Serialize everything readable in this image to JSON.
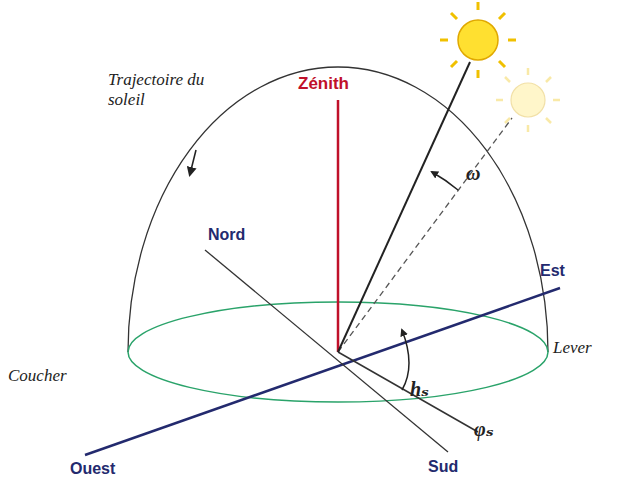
{
  "diagram": {
    "labels": [
      "Zénith",
      "Trajectoire du soleil",
      "Nord",
      "Est",
      "Ouest",
      "Sud",
      "Coucher",
      "Lever",
      "ω",
      "hₛ",
      "φₛ"
    ]
  }
}
